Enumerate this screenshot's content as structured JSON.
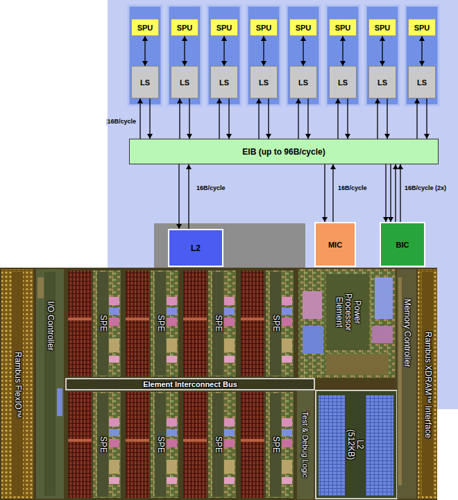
{
  "diagram": {
    "nodes": [
      {
        "text": [
          "SPU"
        ]
      },
      {
        "text": [
          "SPU"
        ]
      },
      {
        "text": [
          "SPU"
        ]
      },
      {
        "text": [
          "SPU"
        ]
      },
      {
        "text": [
          "SPU"
        ]
      },
      {
        "text": [
          "SPU"
        ]
      },
      {
        "text": [
          "SPU"
        ]
      },
      {
        "text": [
          "SPU"
        ]
      },
      {
        "text": [
          "LS"
        ]
      },
      {
        "text": [
          "LS"
        ]
      },
      {
        "text": [
          "LS"
        ]
      },
      {
        "text": [
          "LS"
        ]
      },
      {
        "text": [
          "LS"
        ]
      },
      {
        "text": [
          "LS"
        ]
      },
      {
        "text": [
          "LS"
        ]
      },
      {
        "text": [
          "LS"
        ]
      },
      {
        "text": [
          "EIB (up to 96B/cycle)"
        ]
      },
      {
        "text": [
          "L2"
        ]
      },
      {
        "text": [
          "MIC"
        ]
      },
      {
        "text": [
          "BIC"
        ]
      }
    ],
    "edges": [
      {
        "from": 0,
        "to": 8,
        "arrow": "both"
      },
      {
        "from": 1,
        "to": 9,
        "arrow": "both"
      },
      {
        "from": 2,
        "to": 10,
        "arrow": "both"
      },
      {
        "from": 3,
        "to": 11,
        "arrow": "both"
      },
      {
        "from": 4,
        "to": 12,
        "arrow": "both"
      },
      {
        "from": 5,
        "to": 13,
        "arrow": "both"
      },
      {
        "from": 6,
        "to": 14,
        "arrow": "both"
      },
      {
        "from": 7,
        "to": 15,
        "arrow": "both"
      },
      {
        "from": 8,
        "to": 16,
        "arrow": "to"
      },
      {
        "from": 16,
        "to": 8,
        "arrow": "to"
      },
      {
        "from": 9,
        "to": 16,
        "arrow": "to"
      },
      {
        "from": 16,
        "to": 9,
        "arrow": "to"
      },
      {
        "from": 10,
        "to": 16,
        "arrow": "to"
      },
      {
        "from": 16,
        "to": 10,
        "arrow": "to"
      },
      {
        "from": 11,
        "to": 16,
        "arrow": "to"
      },
      {
        "from": 16,
        "to": 11,
        "arrow": "to"
      },
      {
        "from": 12,
        "to": 16,
        "arrow": "to"
      },
      {
        "from": 16,
        "to": 12,
        "arrow": "to"
      },
      {
        "from": 13,
        "to": 16,
        "arrow": "to"
      },
      {
        "from": 16,
        "to": 13,
        "arrow": "to"
      },
      {
        "from": 14,
        "to": 16,
        "arrow": "to"
      },
      {
        "from": 16,
        "to": 14,
        "arrow": "to"
      },
      {
        "from": 15,
        "to": 16,
        "arrow": "to"
      },
      {
        "from": 16,
        "to": 15,
        "arrow": "to"
      },
      {
        "from": 16,
        "to": 17,
        "arrow": "to"
      },
      {
        "from": 17,
        "to": 16,
        "arrow": "to"
      },
      {
        "from": 16,
        "to": 18,
        "arrow": "to"
      },
      {
        "from": 18,
        "to": 16,
        "arrow": "to"
      },
      {
        "from": 16,
        "to": 19,
        "arrow": "to"
      },
      {
        "from": 16,
        "to": 19,
        "arrow": "to"
      },
      {
        "from": 19,
        "to": 16,
        "arrow": "to"
      },
      {
        "from": 19,
        "to": 16,
        "arrow": "to"
      }
    ],
    "labels": [
      "16B/cycle",
      "16B/cycle",
      "16B/cycle",
      "16B/cycle (2x)",
      "Rambus FlexIO™",
      "I/O Controller",
      "SPE",
      "SPE",
      "SPE",
      "SPE",
      "Power Processor Element",
      "Memory Controller",
      "Rambus XDRAM™ Interface",
      "Element Interconnect Bus",
      "SPE",
      "SPE",
      "SPE",
      "SPE",
      "Test & Debug Logic",
      "L2 (512KB)"
    ]
  }
}
